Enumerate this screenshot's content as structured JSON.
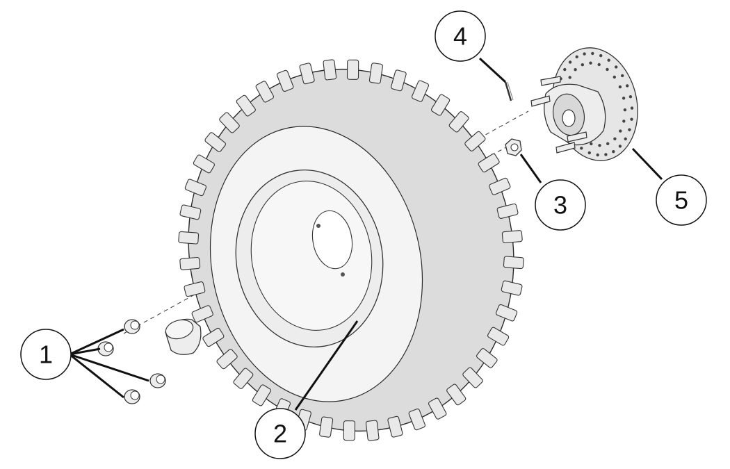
{
  "callouts": [
    {
      "id": "1",
      "label": "1"
    },
    {
      "id": "2",
      "label": "2"
    },
    {
      "id": "3",
      "label": "3"
    },
    {
      "id": "4",
      "label": "4"
    },
    {
      "id": "5",
      "label": "5"
    }
  ],
  "colors": {
    "line": "#111111",
    "part_fill": "#ededed",
    "tire_fill": "#dcdcdc",
    "background": "#ffffff"
  }
}
